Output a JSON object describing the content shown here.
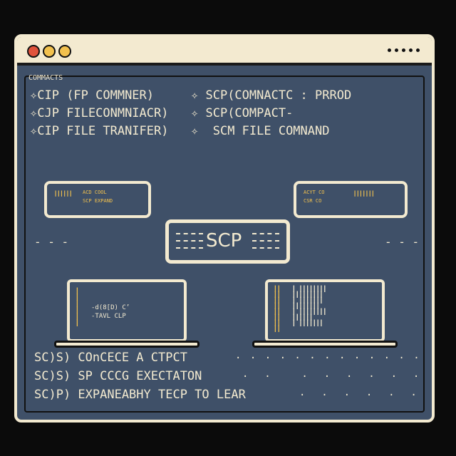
{
  "colors": {
    "background": "#0b0b0b",
    "window_frame": "#f3ead0",
    "panel": "#3f5068",
    "accent": "#f2c14e",
    "dot_red": "#e0533c",
    "dot_yellow": "#f2c14e"
  },
  "header_label": "COMMACTS",
  "command_lines": [
    {
      "left": "CIP (FP COMMNER)",
      "right": "SCP(COMNACTC : PRROD"
    },
    {
      "left": "CJP FILECONMNIACR)",
      "right": "SCP(COMPACT-"
    },
    {
      "left": "CIP FILE TRANIFER)",
      "right": "SCM FILE COMNAND"
    }
  ],
  "center_label": "SCP",
  "left_box_lines": [
    "ACD COOL",
    "SCP EXPAND"
  ],
  "right_box_lines": [
    "ACYT CO",
    "CSR CO"
  ],
  "left_laptop_text": "-d(8[D) C’\n-TAVL CLP",
  "footer_lines": [
    "SC)S) COnCECE A CTPCT",
    "SC)S) SP CCCG EXECTATON",
    "SC)P) EXPANEABHY TECP TO LEAR"
  ]
}
